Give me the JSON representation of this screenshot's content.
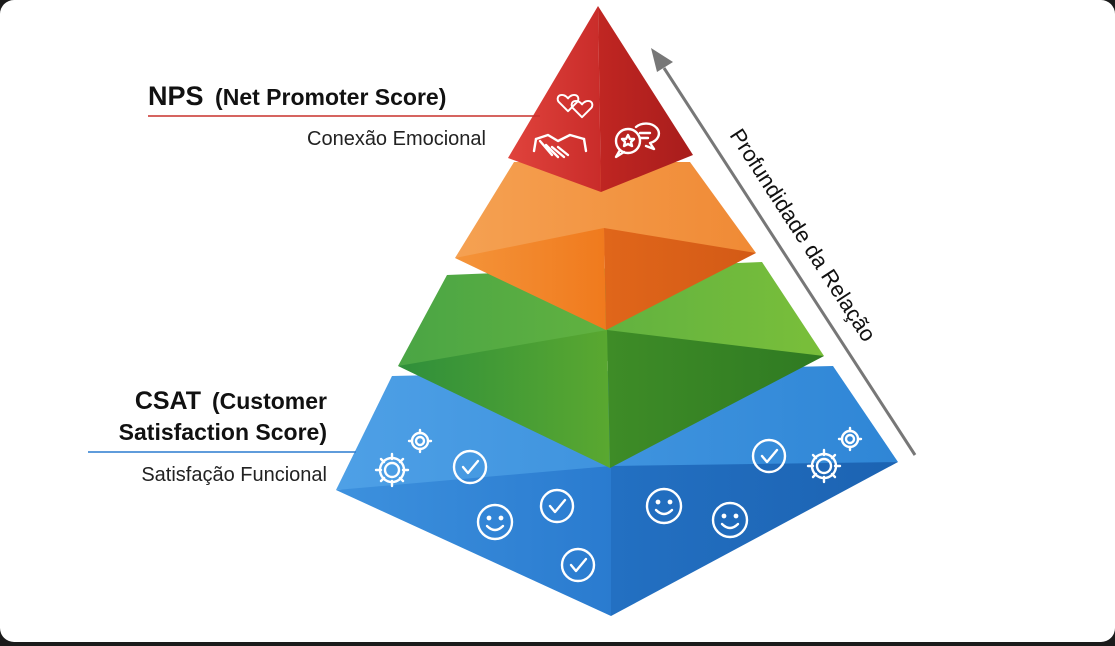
{
  "nps": {
    "acronym": "NPS",
    "full_name": "(Net Promoter Score)",
    "subtitle": "Conexão Emocional"
  },
  "csat": {
    "acronym": "CSAT",
    "full_name_line1": "(Customer",
    "full_name_line2": "Satisfaction Score)",
    "subtitle": "Satisfação Funcional"
  },
  "axis": {
    "label": "Profundidade da Relação"
  },
  "levels": [
    {
      "name": "nps",
      "color": "#d93a34"
    },
    {
      "name": "orange",
      "color": "#f07e22"
    },
    {
      "name": "green",
      "color": "#4a9e2c"
    },
    {
      "name": "csat",
      "color": "#2b7fd0"
    }
  ],
  "icons": {
    "top": [
      "hearts-icon",
      "handshake-icon",
      "chat-star-icon"
    ],
    "base": [
      "gear-icon",
      "checkmark-icon",
      "smiley-icon"
    ]
  }
}
